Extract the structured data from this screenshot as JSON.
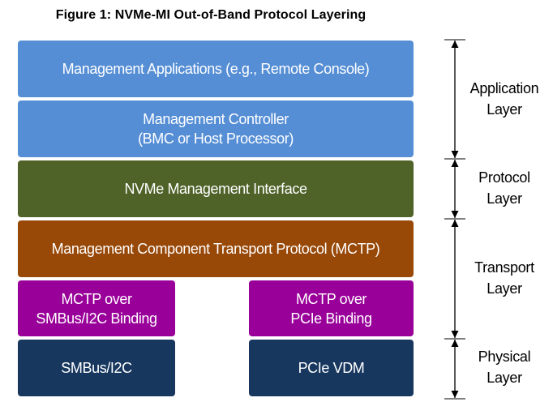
{
  "figure": {
    "title": "Figure 1: NVMe-MI Out-of-Band Protocol Layering"
  },
  "colors": {
    "application": "#558ED5",
    "protocol": "#4F6228",
    "transport": "#984807",
    "binding": "#990099",
    "physical": "#17375E",
    "text_on_block": "#FFFFFF",
    "dimension_lines": "#000000"
  },
  "blocks": {
    "management_applications": "Management Applications (e.g., Remote Console)",
    "management_controller": "Management Controller\n(BMC or Host Processor)",
    "nvme_mi": "NVMe Management Interface",
    "mctp": "Management Component Transport Protocol (MCTP)",
    "mctp_smbus_binding": "MCTP over\nSMBus/I2C Binding",
    "mctp_pcie_binding": "MCTP over\nPCIe Binding",
    "smbus_i2c": "SMBus/I2C",
    "pcie_vdm": "PCIe VDM"
  },
  "layers": [
    {
      "label": "Application\nLayer",
      "spans": [
        "management_applications",
        "management_controller"
      ]
    },
    {
      "label": "Protocol\nLayer",
      "spans": [
        "nvme_mi"
      ]
    },
    {
      "label": "Transport\nLayer",
      "spans": [
        "mctp",
        "mctp_smbus_binding",
        "mctp_pcie_binding"
      ]
    },
    {
      "label": "Physical\nLayer",
      "spans": [
        "smbus_i2c",
        "pcie_vdm"
      ]
    }
  ]
}
